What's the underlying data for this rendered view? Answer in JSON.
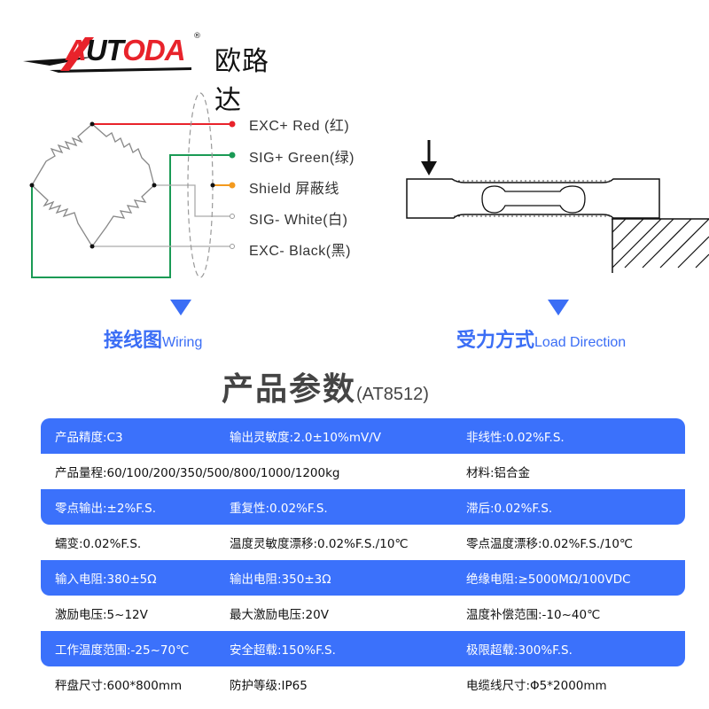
{
  "brand": {
    "logo_text_red_1": "A",
    "logo_text_black": "UT",
    "logo_text_red_2": "ODA",
    "registered_mark": "®",
    "chinese_name": "欧路达",
    "colors": {
      "red": "#e8232b",
      "black": "#111111"
    }
  },
  "wiring": {
    "wires": [
      {
        "label": "EXC+ Red (红)",
        "color": "#e8232b"
      },
      {
        "label": "SIG+ Green(绿)",
        "color": "#1a9a55"
      },
      {
        "label": "Shield  屏蔽线",
        "color": "#f39a1e"
      },
      {
        "label": "SIG- White(白)",
        "color": "#999999"
      },
      {
        "label": "EXC- Black(黑)",
        "color": "#999999"
      }
    ],
    "caption_cn": "接线图",
    "caption_en": "Wiring"
  },
  "load": {
    "caption_cn": "受力方式",
    "caption_en": "Load Direction"
  },
  "params": {
    "title_cn": "产品参数",
    "title_model": "(AT8512)",
    "accent_color": "#3b71fb",
    "rows": [
      {
        "style": "blue",
        "cells": [
          "产品精度:C3",
          "输出灵敏度:2.0±10%mV/V",
          "非线性:0.02%F.S."
        ]
      },
      {
        "style": "plain",
        "cells": [
          "产品量程:60/100/200/350/500/800/1000/1200kg",
          "",
          "材料:铝合金"
        ]
      },
      {
        "style": "blue",
        "cells": [
          "零点输出:±2%F.S.",
          "重复性:0.02%F.S.",
          "滞后:0.02%F.S."
        ]
      },
      {
        "style": "plain",
        "cells": [
          "蠕变:0.02%F.S.",
          "温度灵敏度漂移:0.02%F.S./10℃",
          "零点温度漂移:0.02%F.S./10℃"
        ]
      },
      {
        "style": "blue",
        "cells": [
          "输入电阻:380±5Ω",
          "输出电阻:350±3Ω",
          "绝缘电阻:≥5000MΩ/100VDC"
        ]
      },
      {
        "style": "plain",
        "cells": [
          "激励电压:5~12V",
          "最大激励电压:20V",
          "温度补偿范围:-10~40℃"
        ]
      },
      {
        "style": "blue",
        "cells": [
          "工作温度范围:-25~70℃",
          "安全超载:150%F.S.",
          "极限超载:300%F.S."
        ]
      },
      {
        "style": "plain",
        "cells": [
          "秤盘尺寸:600*800mm",
          "防护等级:IP65",
          "电缆线尺寸:Φ5*2000mm"
        ]
      }
    ]
  }
}
